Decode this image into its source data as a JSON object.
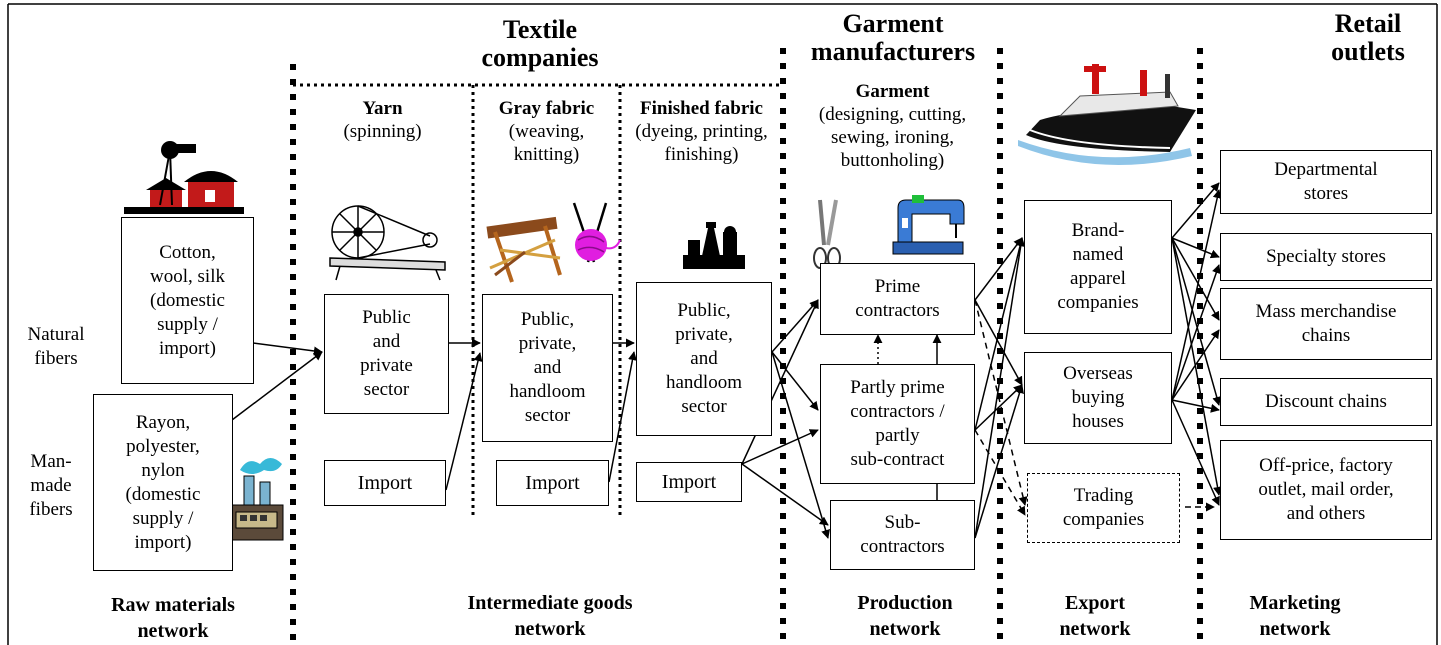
{
  "headers": {
    "textile": "Textile\ncompanies",
    "garment": "Garment\nmanufacturers",
    "retail": "Retail\noutlets"
  },
  "stages": {
    "yarn_title": "Yarn",
    "yarn_desc": "(spinning)",
    "gray_title": "Gray fabric",
    "gray_desc": "(weaving,\nknitting)",
    "finished_title": "Finished fabric",
    "finished_desc": "(dyeing, printing,\nfinishing)",
    "garment_title": "Garment",
    "garment_desc": "(designing, cutting,\nsewing, ironing,\nbuttonholing)"
  },
  "side_labels": {
    "natural": "Natural\nfibers",
    "manmade": "Man-\nmade\nfibers"
  },
  "boxes": {
    "cotton": "Cotton,\nwool, silk\n(domestic\nsupply /\nimport)",
    "rayon": "Rayon,\npolyester,\nnylon\n(domestic\nsupply /\nimport)",
    "yarn_sector": "Public\nand\nprivate\nsector",
    "yarn_import": "Import",
    "gray_sector": "Public,\nprivate,\nand\nhandloom\nsector",
    "gray_import": "Import",
    "fin_sector": "Public,\nprivate,\nand\nhandloom\nsector",
    "fin_import": "Import",
    "prime": "Prime\ncontractors",
    "partly": "Partly prime\ncontractors /\npartly\nsub-contract",
    "sub": "Sub-\ncontractors",
    "brand": "Brand-\nnamed\napparel\ncompanies",
    "overseas": "Overseas\nbuying\nhouses",
    "trading": "Trading\ncompanies",
    "dept": "Departmental\nstores",
    "specialty": "Specialty stores",
    "mass": "Mass merchandise\nchains",
    "discount": "Discount chains",
    "offprice": "Off-price, factory\noutlet, mail order,\nand others"
  },
  "networks": {
    "raw": "Raw materials\nnetwork",
    "intermediate": "Intermediate goods\nnetwork",
    "production": "Production\nnetwork",
    "export": "Export\nnetwork",
    "marketing": "Marketing\nnetwork"
  },
  "icons": [
    "farm-icon",
    "factory-icon",
    "spinning-machine-icon",
    "loom-icon",
    "knitting-yarn-icon",
    "chemicals-icon",
    "scissors-icon",
    "sewing-machine-icon",
    "cargo-ship-icon"
  ],
  "colors": {
    "line": "#000000",
    "ship_hull": "#111111",
    "ship_funnel": "#cc1111",
    "farm_red": "#c21a1a",
    "yarn_pink": "#e01ee0",
    "sewing_blue": "#3a7bd5"
  }
}
